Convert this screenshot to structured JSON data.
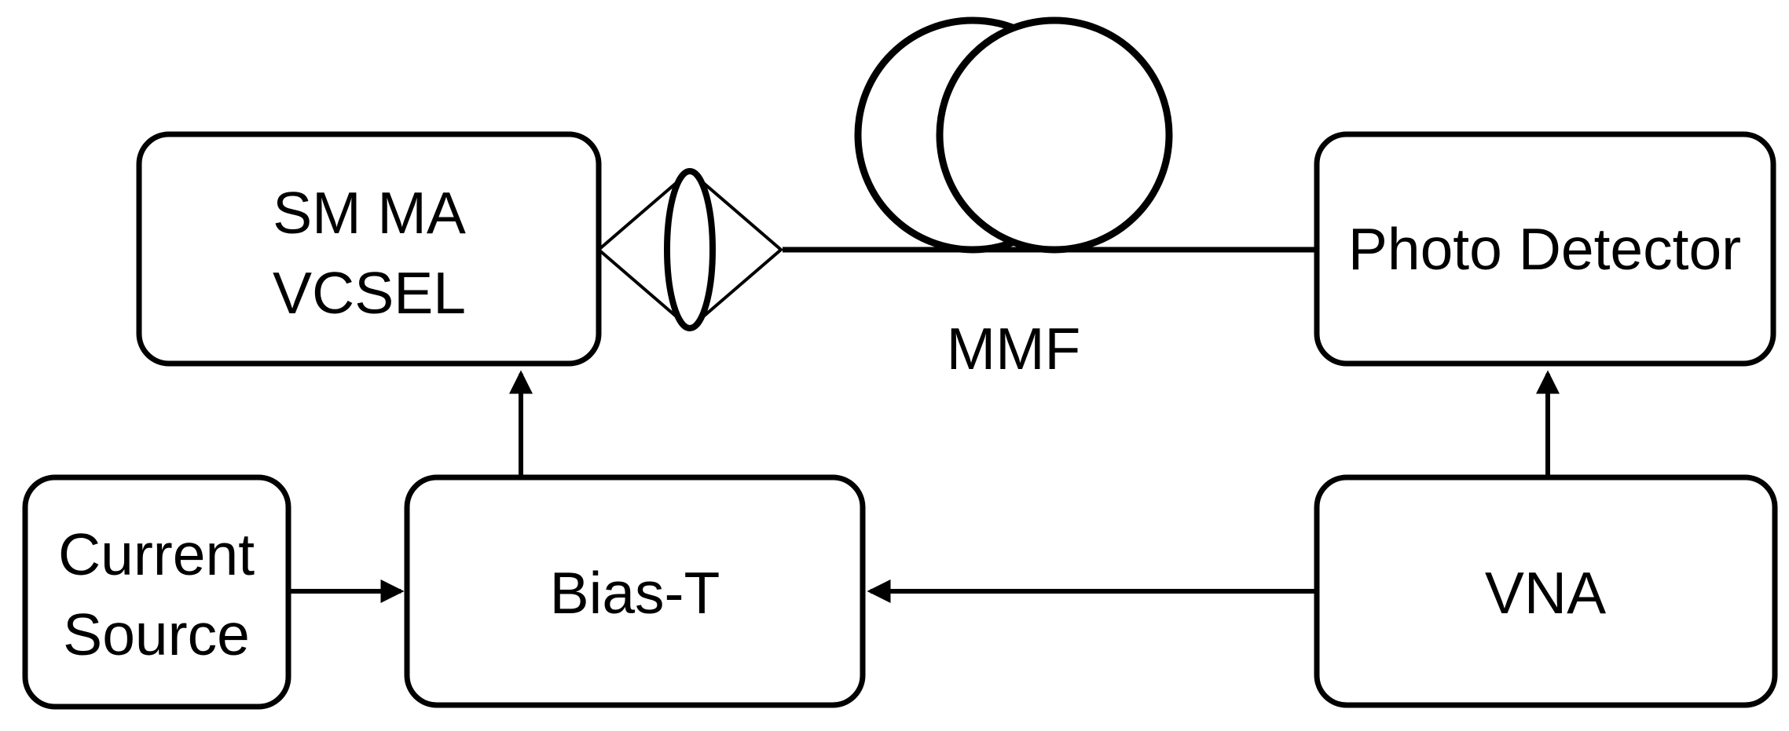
{
  "colors": {
    "stroke": "#000000",
    "text": "#000000",
    "background": "#ffffff"
  },
  "nodes": {
    "vcsel": {
      "line1": "SM MA",
      "line2": "VCSEL"
    },
    "photo_detector": {
      "label": "Photo Detector"
    },
    "current_source": {
      "line1": "Current",
      "line2": "Source"
    },
    "bias_t": {
      "label": "Bias-T"
    },
    "vna": {
      "label": "VNA"
    }
  },
  "labels": {
    "fiber": "MMF"
  },
  "symbols": {
    "lens": "lens-icon",
    "fiber_coil": "fiber-coil-icon"
  }
}
